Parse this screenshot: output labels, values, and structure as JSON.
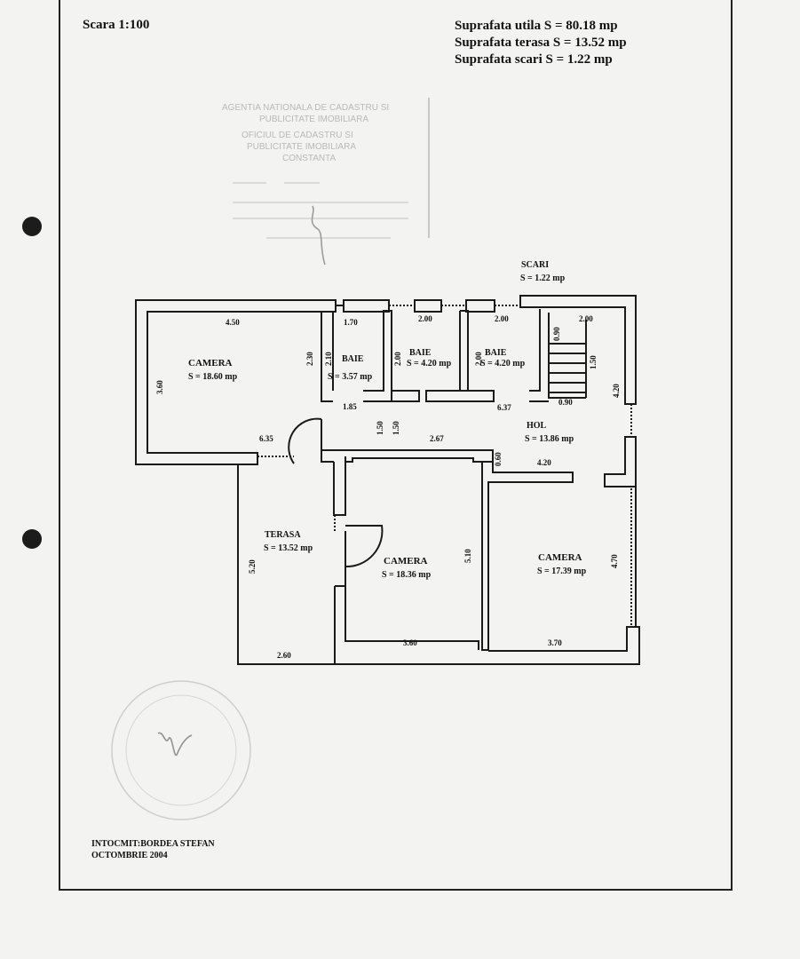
{
  "header": {
    "scale": "Scara 1:100",
    "areas": [
      "Suprafata utila  S = 80.18 mp",
      "Suprafata terasa   S = 13.52 mp",
      "Suprafata scari S = 1.22 mp"
    ]
  },
  "rooms": {
    "camera1": {
      "name": "CAMERA",
      "area": "S = 18.60 mp"
    },
    "baie1": {
      "name": "BAIE",
      "area": "S = 3.57 mp"
    },
    "baie2": {
      "name": "BAIE",
      "area": "S = 4.20 mp"
    },
    "baie3": {
      "name": "BAIE",
      "area": "S = 4.20 mp"
    },
    "scari": {
      "name": "SCARI",
      "area": "S = 1.22 mp"
    },
    "hol": {
      "name": "HOL",
      "area": "S = 13.86 mp"
    },
    "terasa": {
      "name": "TERASA",
      "area": "S = 13.52 mp"
    },
    "camera2": {
      "name": "CAMERA",
      "area": "S = 18.36 mp"
    },
    "camera3": {
      "name": "CAMERA",
      "area": "S = 17.39 mp"
    }
  },
  "dimensions": {
    "d450": "4.50",
    "d170": "1.70",
    "d200a": "2.00",
    "d200b": "2.00",
    "d200c": "2.00",
    "d360": "3.60",
    "d230": "2.30",
    "d210": "2.10",
    "d200v1": "2.00",
    "d200v2": "2.00",
    "d090v": "0.90",
    "d150": "1.50",
    "d185": "1.85",
    "d637": "6.37",
    "d090h": "0.90",
    "d420v": "4.20",
    "d635": "6.35",
    "d150v1": "1.50",
    "d150v2": "1.50",
    "d267": "2.67",
    "d060": "0.60",
    "d420h": "4.20",
    "d520": "5.20",
    "d510": "5.10",
    "d470": "4.70",
    "d260": "2.60",
    "d360b": "3.60",
    "d370": "3.70"
  },
  "stamp": {
    "lines": [
      "AGENTIA NATIONALA DE CADASTRU SI",
      "PUBLICITATE IMOBILIARA",
      "OFICIUL DE CADASTRU SI",
      "PUBLICITATE IMOBILIARA",
      "CONSTANTA"
    ]
  },
  "footer": {
    "author": "INTOCMIT:BORDEA STEFAN",
    "date": "OCTOMBRIE 2004"
  }
}
